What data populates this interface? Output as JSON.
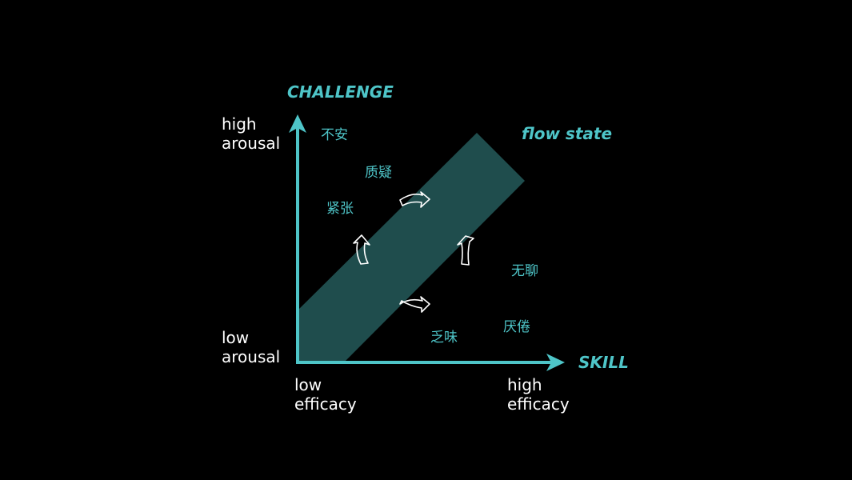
{
  "axes": {
    "y_title": "CHALLENGE",
    "x_title": "SKILL",
    "y_high": [
      "high",
      "arousal"
    ],
    "y_low": [
      "low",
      "arousal"
    ],
    "x_low": [
      "low",
      "efficacy"
    ],
    "x_high": [
      "high",
      "efficacy"
    ]
  },
  "band_label": "flow state",
  "regions": {
    "anxiety": "不安",
    "doubt": "质疑",
    "tension": "紧张",
    "boredom": "无聊",
    "weariness": "厌倦",
    "dullness": "乏味"
  },
  "colors": {
    "accent": "#4ec5c8",
    "band": "#1f4d4d",
    "background": "#000000"
  }
}
